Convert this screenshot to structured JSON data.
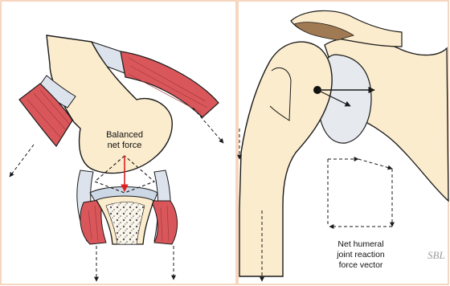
{
  "left_panel": {
    "label_line1": "Balanced",
    "label_line2": "net force"
  },
  "right_panel": {
    "label_line1": "Net humeral",
    "label_line2": "joint reaction",
    "label_line3": "force vector",
    "signature": "SBL"
  },
  "colors": {
    "bone": "#fbeccd",
    "muscle": "#d9575a",
    "tendon": "#dde3ec",
    "cartilage": "#cdd8e6",
    "outline": "#1a1a1a",
    "border": "#f3c8a8",
    "net_force_arrow": "#e02020"
  }
}
